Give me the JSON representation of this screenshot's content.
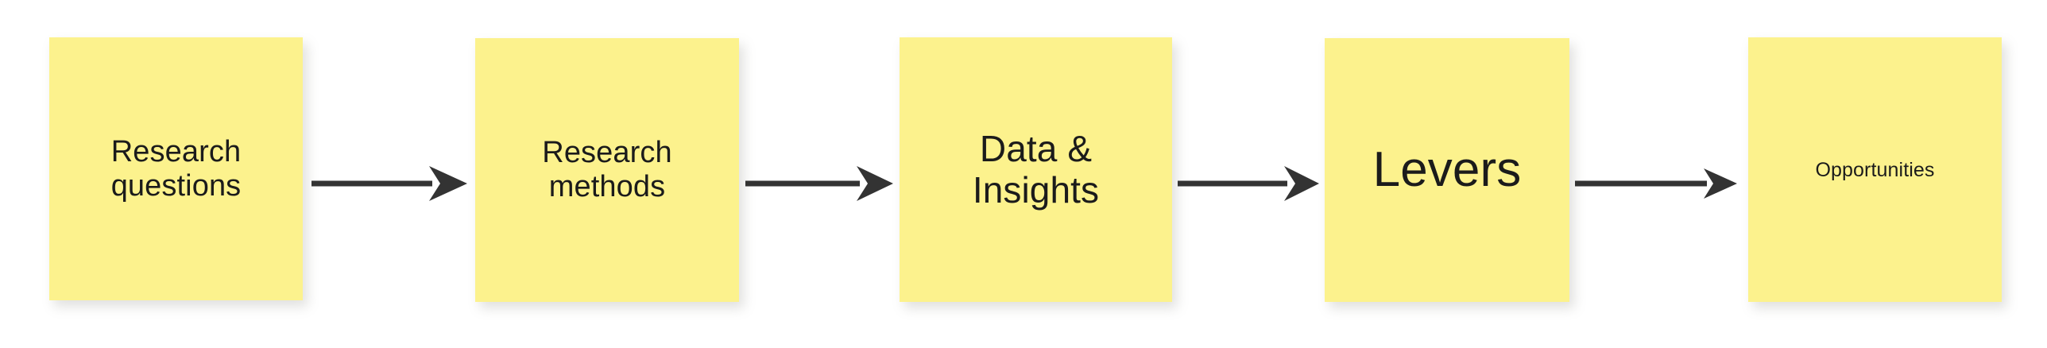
{
  "diagram": {
    "type": "linear-process-flow",
    "background_color": "#ffffff",
    "note_color": "#fcf28d",
    "arrow_color": "#333333",
    "text_color": "#1b1b1b",
    "steps": [
      {
        "id": "research-questions",
        "label": "Research\nquestions"
      },
      {
        "id": "research-methods",
        "label": "Research\nmethods"
      },
      {
        "id": "data-insights",
        "label": "Data &\nInsights"
      },
      {
        "id": "levers",
        "label": "Levers"
      },
      {
        "id": "opportunities",
        "label": "Opportunities"
      }
    ],
    "connectors": [
      {
        "id": "arrow-1",
        "from": "research-questions",
        "to": "research-methods",
        "glyph": "arrow-right-icon"
      },
      {
        "id": "arrow-2",
        "from": "research-methods",
        "to": "data-insights",
        "glyph": "arrow-right-icon"
      },
      {
        "id": "arrow-3",
        "from": "data-insights",
        "to": "levers",
        "glyph": "arrow-right-icon"
      },
      {
        "id": "arrow-4",
        "from": "levers",
        "to": "opportunities",
        "glyph": "arrow-right-icon"
      }
    ]
  }
}
